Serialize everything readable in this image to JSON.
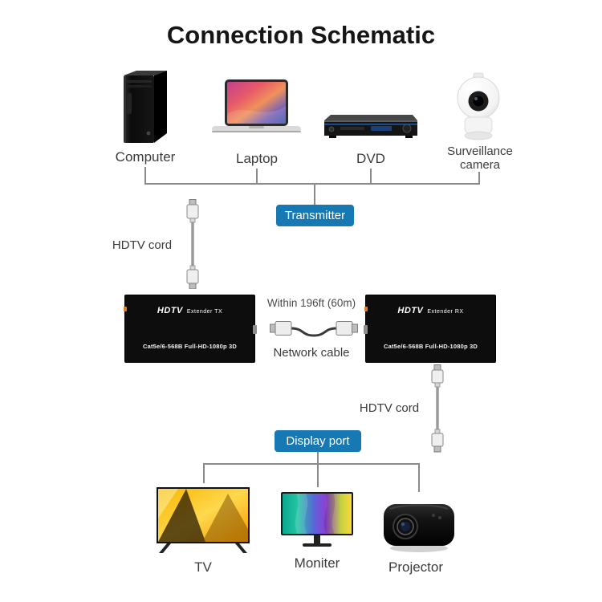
{
  "title": "Connection Schematic",
  "sources": [
    {
      "label": "Computer"
    },
    {
      "label": "Laptop"
    },
    {
      "label": "DVD"
    },
    {
      "label": "Surveillance camera"
    }
  ],
  "badges": {
    "transmitter": "Transmitter",
    "display_port": "Display port"
  },
  "cables": {
    "hdtv_top": "HDTV cord",
    "hdtv_bottom": "HDTV cord",
    "network": "Network cable",
    "distance": "Within 196ft (60m)"
  },
  "extenders": {
    "tx": {
      "brand": "HDTV",
      "model": "Extender  TX",
      "spec": "Cat5e/6-568B Full-HD-1080p 3D"
    },
    "rx": {
      "brand": "HDTV",
      "model": "Extender  RX",
      "spec": "Cat5e/6-568B Full-HD-1080p 3D"
    }
  },
  "outputs": [
    {
      "label": "TV"
    },
    {
      "label": "Moniter"
    },
    {
      "label": "Projector"
    }
  ],
  "colors": {
    "badge_blue": "#1679b4",
    "line_gray": "#8a8a8a",
    "box_black": "#0d0d0d"
  }
}
